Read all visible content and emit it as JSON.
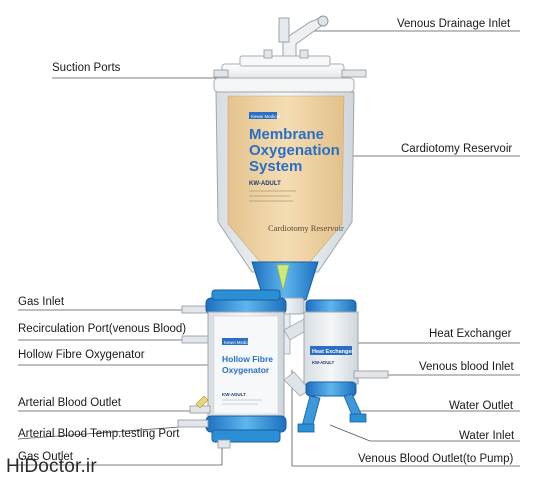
{
  "labels": {
    "venous_drainage_inlet": "Venous Drainage Inlet",
    "suction_ports": "Suction Ports",
    "cardiotomy_reservoir": "Cardiotomy Reservoir",
    "gas_inlet": "Gas Inlet",
    "recirculation_port": "Recirculation Port(venous Blood)",
    "hollow_fibre_oxygenator": "Hollow Fibre Oxygenator",
    "heat_exchanger": "Heat Exchanger",
    "venous_blood_inlet": "Venous blood Inlet",
    "arterial_blood_outlet": "Arterial Blood Outlet",
    "water_outlet": "Water Outlet",
    "arterial_blood_temp_port": "Arterial Blood Temp.testing Port",
    "water_inlet": "Water Inlet",
    "gas_outlet": "Gas Outlet",
    "venous_blood_outlet": "Venous Blood Outlet(to Pump)"
  },
  "reservoir_print": {
    "brand": "Kewei Medical",
    "line1": "Membrane",
    "line2": "Oxygenation",
    "line3": "System",
    "model": "KW-ADULT",
    "caption": "Cardiotomy Reservoir"
  },
  "oxygenator_print": {
    "brand": "Kewei Medical",
    "line1": "Hollow Fibre",
    "line2": "Oxygenator",
    "model": "KW-ADULT"
  },
  "heat_exchanger_print": {
    "line1": "Heat Exchanger",
    "model": "KW-ADULT"
  },
  "watermark": "HiDoctor.ir",
  "colors": {
    "leader_line": "#555555",
    "blood_amber": "#ecd2a2",
    "housing_blue": "#2b8fd6",
    "print_blue": "#2a6fc4"
  }
}
